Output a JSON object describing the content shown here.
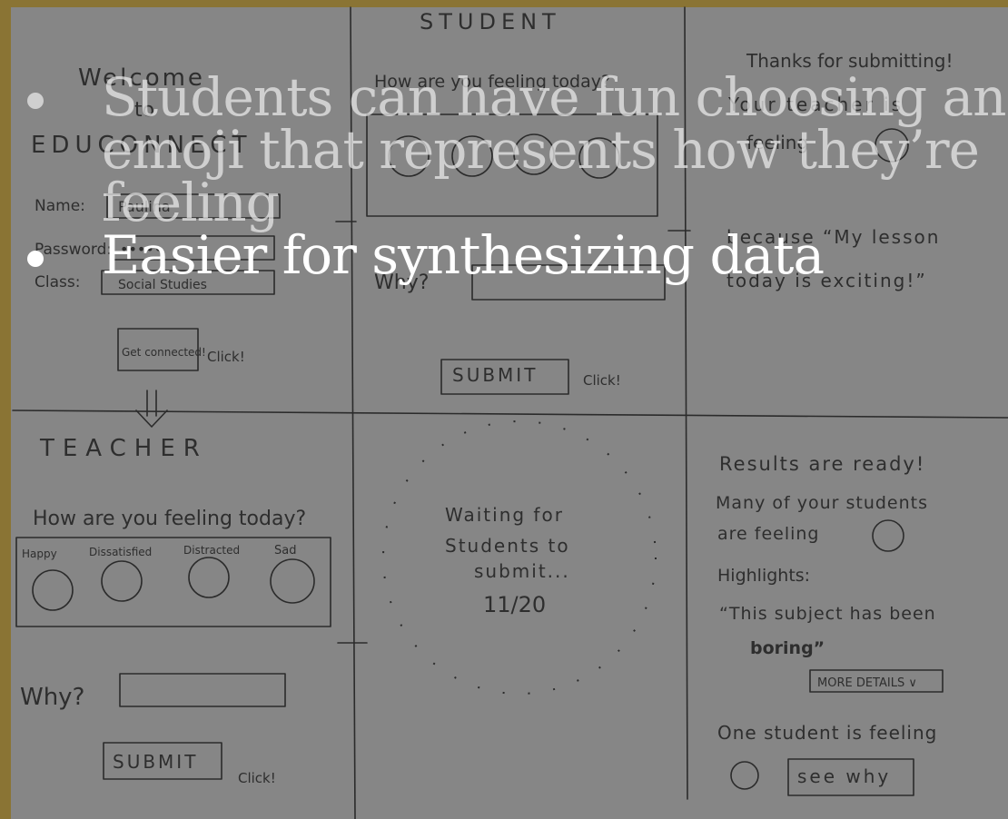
{
  "bullets": [
    "Students can have fun choosing an emoji that represents how they’re feeling",
    "Easier for synthesizing data"
  ],
  "sketch": {
    "student_header": "STUDENT",
    "welcome": "Welcome",
    "to": "to",
    "app_name": "EDUCONNECT",
    "name_label": "Name:",
    "name_value": "Paulina",
    "password_label": "Password:",
    "password_value": "•••••",
    "class_label": "Class:",
    "class_value": "Social Studies",
    "get_connected": "Get connected!",
    "click": "Click!",
    "student_question": "How are you feeling today?",
    "why": "Why?",
    "submit": "SUBMIT",
    "thanks": "Thanks for submitting!",
    "teacher_is": "Your teacher is",
    "feeling": "feeling",
    "because": "because “My lesson",
    "exciting": "today is exciting!”",
    "teacher_header": "TEACHER",
    "teacher_question": "How are you feeling today?",
    "mood_happy": "Happy",
    "mood_dissatisfied": "Dissatisfied",
    "mood_distracted": "Distracted",
    "mood_sad": "Sad",
    "waiting_1": "Waiting for",
    "waiting_2": "Students to",
    "waiting_3": "submit...",
    "progress": "11/20",
    "results": "Results are ready!",
    "many_1": "Many of your students",
    "many_2": "are feeling",
    "highlights": "Highlights:",
    "quote_1": "“This subject has been",
    "quote_2": "boring”",
    "more_details": "MORE DETAILS ∨",
    "one_student": "One student is feeling",
    "see_why": "see why"
  }
}
